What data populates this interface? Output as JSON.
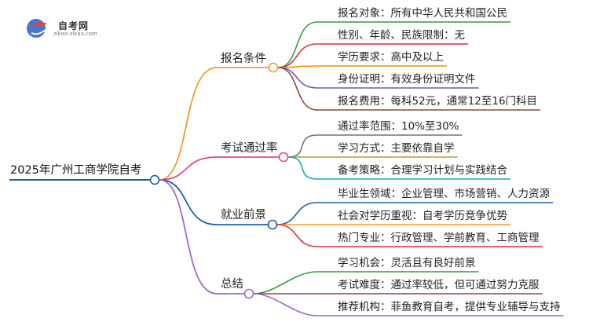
{
  "logo": {
    "name": "自考网",
    "url": "zikao-zikao.com"
  },
  "root": {
    "label": "2025年广州工商学院自考"
  },
  "branches": [
    {
      "label": "报名条件",
      "color": "#f39a2b",
      "children": [
        {
          "label": "报名对象：所有中华人民共和国公民",
          "color": "#2f9e44"
        },
        {
          "label": "性别、年龄、民族限制：无",
          "color": "#e03131"
        },
        {
          "label": "学历要求：高中及以上",
          "color": "#f08c00"
        },
        {
          "label": "身份证明：有效身份证明文件",
          "color": "#7b4fbf"
        },
        {
          "label": "报名费用：每科52元，通常12至16门科目",
          "color": "#8b4a3c"
        }
      ]
    },
    {
      "label": "考试通过率",
      "color": "#e64980",
      "children": [
        {
          "label": "通过率范围：10%至30%",
          "color": "#6c757d"
        },
        {
          "label": "学习方式：主要依靠自学",
          "color": "#b5a21a"
        },
        {
          "label": "备考策略：合理学习计划与实践结合",
          "color": "#15aabf"
        }
      ]
    },
    {
      "label": "就业前景",
      "color": "#1c5fa8",
      "children": [
        {
          "label": "毕业生领域：企业管理、市场营销、人力资源",
          "color": "#1c5fa8"
        },
        {
          "label": "社会对学历重视：自考学历竞争优势",
          "color": "#f39a2b"
        },
        {
          "label": "热门专业：行政管理、学前教育、工商管理",
          "color": "#e03131"
        }
      ]
    },
    {
      "label": "总结",
      "color": "#9c6ad0",
      "children": [
        {
          "label": "学习机会：灵活且有良好前景",
          "color": "#2f9e44"
        },
        {
          "label": "考试难度：通过率较低，但可通过努力克服",
          "color": "#8b4a3c"
        },
        {
          "label": "推荐机构：菲鱼教育自考，提供专业辅导与支持",
          "color": "#9c6ad0"
        }
      ]
    }
  ]
}
